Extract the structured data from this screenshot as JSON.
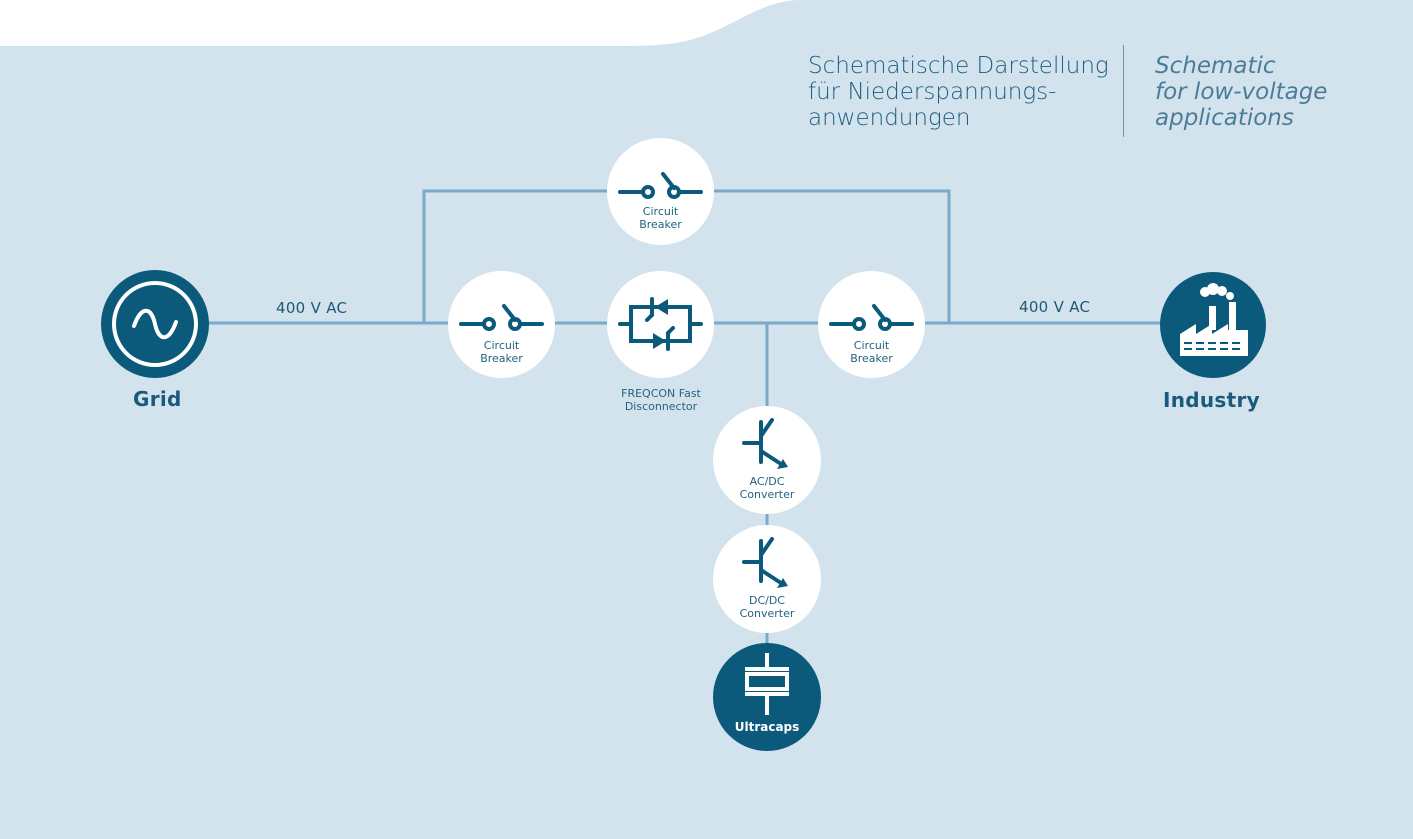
{
  "title": {
    "de": [
      "Schematische Darstellung",
      "für Niederspannungs-",
      "anwendungen"
    ],
    "en": [
      "Schematic",
      "for low-voltage",
      "applications"
    ]
  },
  "voltage_left": "400 V AC",
  "voltage_right": "400 V AC",
  "grid_label": "Grid",
  "industry_label": "Industry",
  "breaker_top": [
    "Circuit",
    "Breaker"
  ],
  "breaker_left": [
    "Circuit",
    "Breaker"
  ],
  "breaker_right": [
    "Circuit",
    "Breaker"
  ],
  "fast_disconnector": [
    "FREQCON Fast",
    "Disconnector"
  ],
  "acdc_converter": [
    "AC/DC",
    "Converter"
  ],
  "dcdc_converter": [
    "DC/DC",
    "Converter"
  ],
  "ultracaps": "Ultracaps",
  "colors": {
    "background": "#d3e3ee",
    "accent": "#0b5a7c",
    "wire": "#7aaac8",
    "node": "#ffffff",
    "header_band": "#ffffff"
  }
}
